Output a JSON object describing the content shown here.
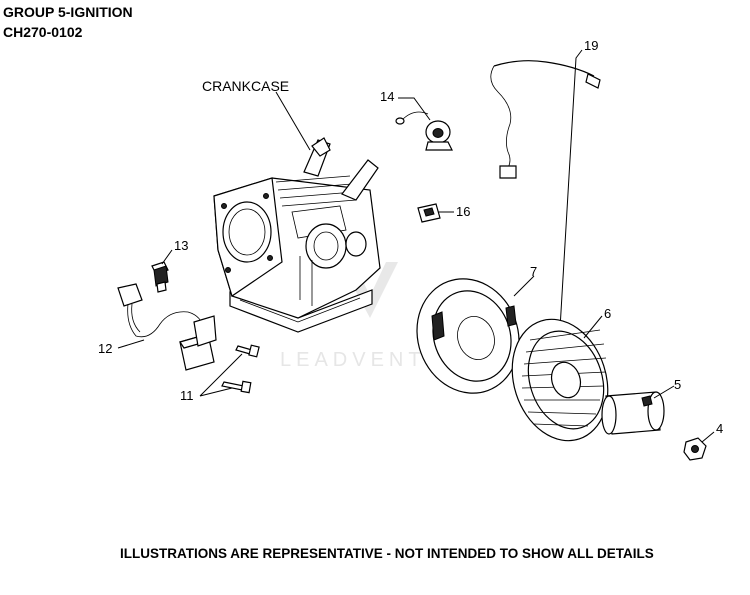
{
  "header": {
    "group_title": "GROUP 5-IGNITION",
    "model_code": "CH270-0102"
  },
  "callouts": {
    "crankcase": "CRANKCASE",
    "p19": "19",
    "p14": "14",
    "p16": "16",
    "p13": "13",
    "p7": "7",
    "p6": "6",
    "p12": "12",
    "p11": "11",
    "p5": "5",
    "p4": "4"
  },
  "watermark": "LEADVENTURE",
  "footer": {
    "disclaimer": "ILLUSTRATIONS ARE REPRESENTATIVE - NOT INTENDED TO SHOW ALL DETAILS"
  },
  "colors": {
    "ink": "#000000",
    "watermark": "#e6e6e6"
  }
}
